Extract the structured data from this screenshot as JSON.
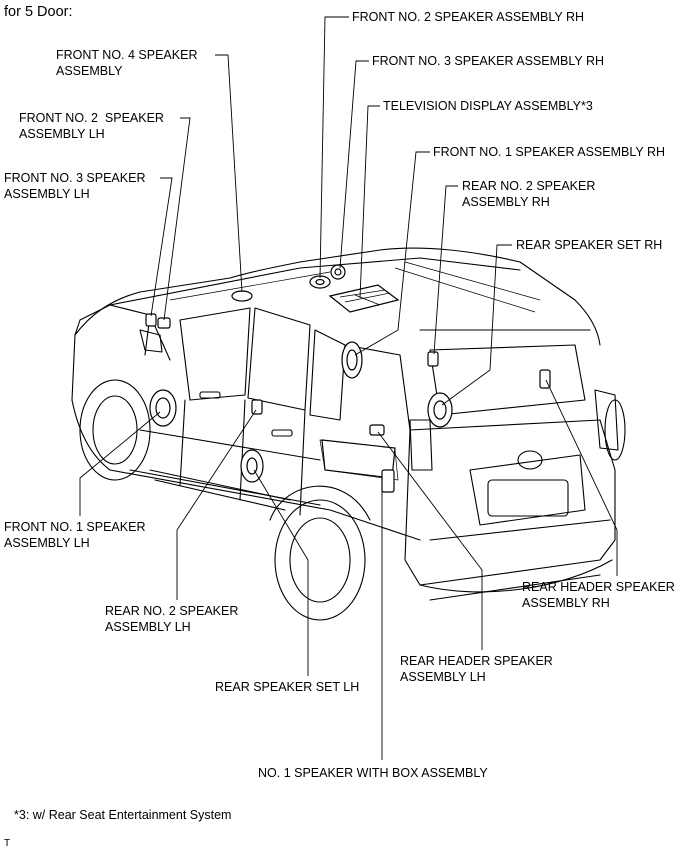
{
  "header": {
    "title": "for 5 Door:"
  },
  "labels": {
    "front_no2_rh": "FRONT NO. 2 SPEAKER ASSEMBLY RH",
    "front_no3_rh": "FRONT NO. 3 SPEAKER ASSEMBLY RH",
    "tv_display": "TELEVISION DISPLAY ASSEMBLY*3",
    "front_no1_rh": "FRONT NO. 1 SPEAKER ASSEMBLY RH",
    "rear_no2_rh_line1": "REAR NO. 2 SPEAKER",
    "rear_no2_rh_line2": "ASSEMBLY RH",
    "rear_set_rh": "REAR SPEAKER SET RH",
    "front_no4_line1": "FRONT NO. 4 SPEAKER",
    "front_no4_line2": "ASSEMBLY",
    "front_no2_lh_line1": "FRONT NO. 2  SPEAKER",
    "front_no2_lh_line2": "ASSEMBLY LH",
    "front_no3_lh_line1": "FRONT NO. 3 SPEAKER",
    "front_no3_lh_line2": "ASSEMBLY LH",
    "front_no1_lh_line1": "FRONT NO. 1 SPEAKER",
    "front_no1_lh_line2": "ASSEMBLY LH",
    "rear_no2_lh_line1": "REAR NO. 2 SPEAKER",
    "rear_no2_lh_line2": "ASSEMBLY LH",
    "rear_set_lh": "REAR SPEAKER SET LH",
    "rear_header_lh_line1": "REAR HEADER SPEAKER",
    "rear_header_lh_line2": "ASSEMBLY LH",
    "rear_header_rh_line1": "REAR HEADER SPEAKER",
    "rear_header_rh_line2": "ASSEMBLY RH",
    "no1_with_box": "NO. 1 SPEAKER WITH BOX ASSEMBLY"
  },
  "footnote": "*3: w/ Rear Seat Entertainment System",
  "corner_mark": "T"
}
